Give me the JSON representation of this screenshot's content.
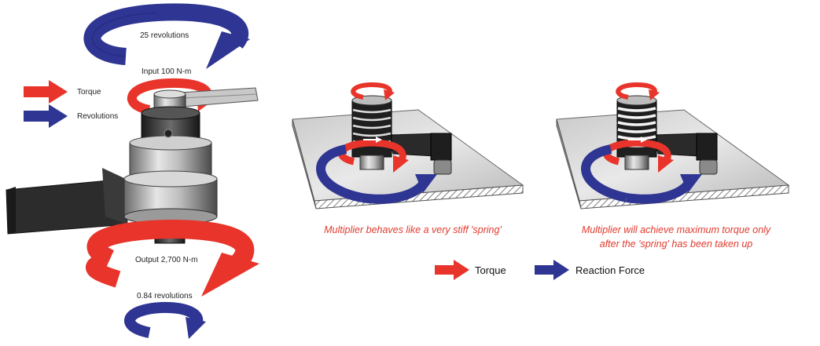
{
  "left_diagram": {
    "top_revolutions": "25 revolutions",
    "input": "Input 100 N-m",
    "output": "Output 2,700 N-m",
    "bottom_revolutions": "0.84 revolutions",
    "legend": {
      "torque": "Torque",
      "revolutions": "Revolutions"
    }
  },
  "captions": {
    "middle": "Multiplier behaves like a very stiff 'spring'",
    "right_line1": "Multiplier will achieve maximum torque only",
    "right_line2": "after the 'spring' has been taken up"
  },
  "bottom_legend": {
    "torque": "Torque",
    "reaction": "Reaction Force"
  },
  "colors": {
    "torque_red": "#e8342a",
    "force_blue": "#2e3592",
    "caption_red": "#e23a2e"
  }
}
